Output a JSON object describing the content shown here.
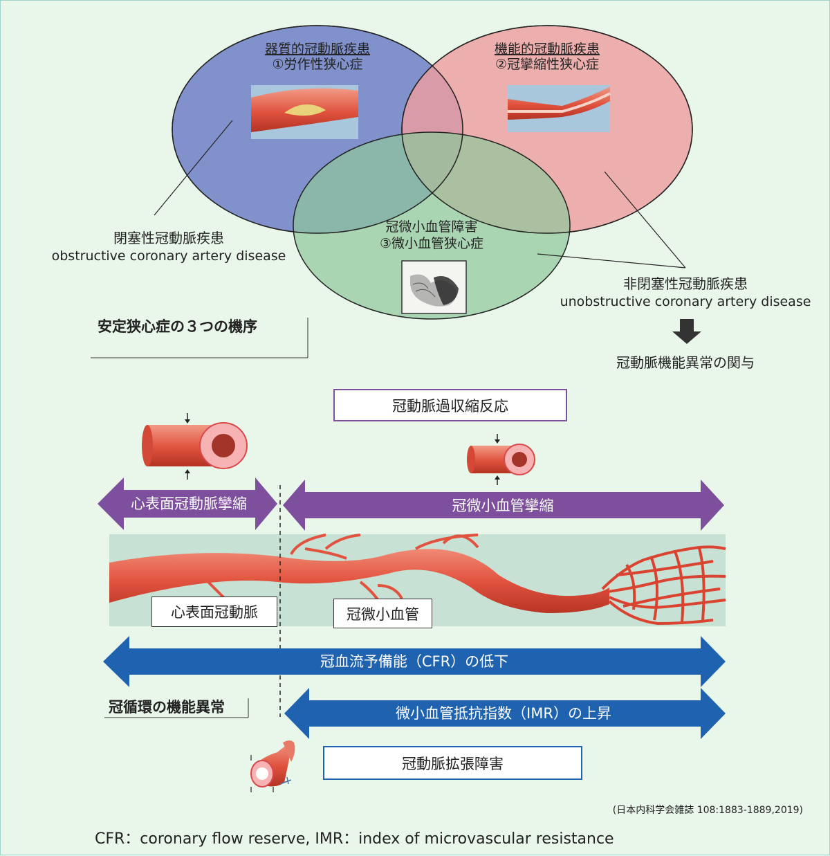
{
  "venn": {
    "organic": {
      "title": "器質的冠動脈疾患",
      "subtitle": "①労作性狭心症",
      "color": "#6f7fc7"
    },
    "functional": {
      "title": "機能的冠動脈疾患",
      "subtitle": "②冠攣縮性狭心症",
      "color": "#ee9d9d"
    },
    "micro": {
      "title": "冠微小血管障害",
      "subtitle": "③微小血管狭心症",
      "color": "#8fc79a"
    }
  },
  "labels": {
    "obstructive_jp": "閉塞性冠動脈疾患",
    "obstructive_en": "obstructive coronary artery disease",
    "unobstructive_jp": "非閉塞性冠動脈疾患",
    "unobstructive_en": "unobstructive coronary artery disease",
    "mechanism_title": "安定狭心症の３つの機序",
    "involvement": "冠動脈機能異常の関与"
  },
  "lower": {
    "hypercontraction": "冠動脈過収縮反応",
    "epicardial_spasm": "心表面冠動脈攣縮",
    "microvascular_spasm": "冠微小血管攣縮",
    "epicardial_artery": "心表面冠動脈",
    "microvessel": "冠微小血管",
    "cfr_decrease": "冠血流予備能（CFR）の低下",
    "functional_abnormality": "冠循環の機能異常",
    "imr_increase": "微小血管抵抗指数（IMR）の上昇",
    "dilation_disorder": "冠動脈拡張障害"
  },
  "colors": {
    "purple_arrow": "#7d4f9c",
    "blue_arrow": "#1f63b0",
    "vessel_red": "#e2533f",
    "background": "#e9f6ea"
  },
  "citation": "(日本内科学会雑誌 108:1883-1889,2019)",
  "footnote": "CFR：coronary flow reserve,  IMR：index of microvascular resistance"
}
